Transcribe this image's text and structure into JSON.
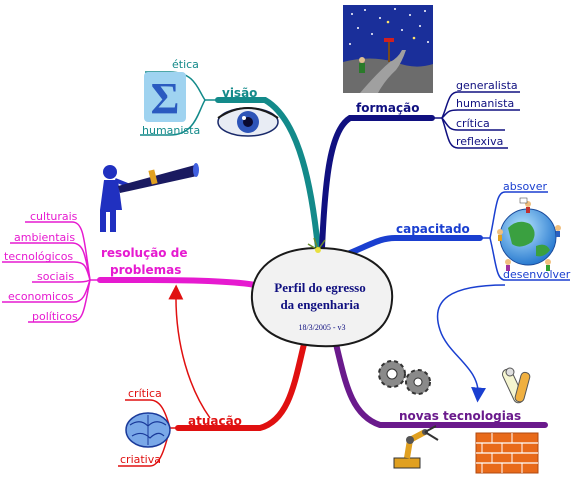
{
  "center": {
    "title_line1": "Perfil do egresso",
    "title_line2": "da engenharia",
    "date": "18/3/2005 - v3"
  },
  "branches": {
    "visao": {
      "label": "visão",
      "color": "#138a8a",
      "items": [
        "ética",
        "humanista"
      ]
    },
    "formacao": {
      "label": "formação",
      "color": "#101080",
      "items": [
        "generalista",
        "humanista",
        "crítica",
        "reflexiva"
      ]
    },
    "capacitado": {
      "label": "capacitado",
      "color": "#1a3fd0",
      "items": [
        "absover",
        "desenvolver"
      ]
    },
    "resolucao": {
      "label_line1": "resolução de",
      "label_line2": "problemas",
      "color": "#e61ad0",
      "items": [
        "culturais",
        "ambientais",
        "tecnológicos",
        "sociais",
        "economicos",
        "políticos"
      ]
    },
    "atuacao": {
      "label": "atuação",
      "color": "#e01010",
      "items": [
        "crítica",
        "criativa"
      ]
    },
    "novas": {
      "label": "novas tecnologias",
      "color": "#6a1a8c"
    }
  },
  "icons": [
    "sigma-icon",
    "eye-icon",
    "night-road-icon",
    "telescope-person-icon",
    "globe-people-icon",
    "brain-icon",
    "gears-icon",
    "test-tube-icon",
    "robot-arm-icon",
    "brick-wall-icon"
  ]
}
